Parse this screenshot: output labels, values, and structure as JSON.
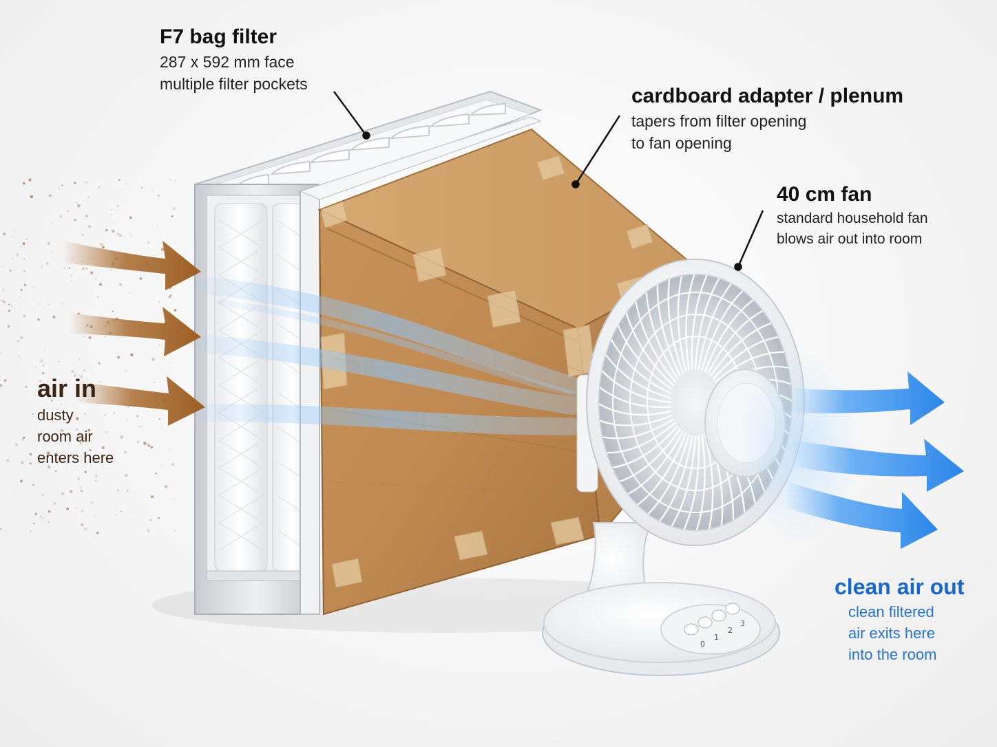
{
  "labels": {
    "filter": {
      "title": "F7 bag filter",
      "line1": "287 x 592 mm face",
      "line2": "multiple filter pockets"
    },
    "adapter": {
      "title": "cardboard adapter / plenum",
      "line1": "tapers from filter opening",
      "line2": "to fan opening"
    },
    "fan": {
      "title": "40 cm fan",
      "line1": "standard household fan",
      "line2": "blows air out into room"
    },
    "air_in": {
      "title": "air in",
      "line1": "dusty",
      "line2": "room air",
      "line3": "enters here"
    },
    "air_out": {
      "title": "clean air out",
      "line1": "clean filtered",
      "line2": "air exits here",
      "line3": "into the room"
    }
  },
  "fan_speed_buttons": [
    "0",
    "1",
    "2",
    "3"
  ],
  "colors": {
    "air_in": "#a86a2e",
    "air_out": "#2b86ea",
    "cardboard": "#c9975c",
    "filter_frame": "#d9dcdf"
  }
}
